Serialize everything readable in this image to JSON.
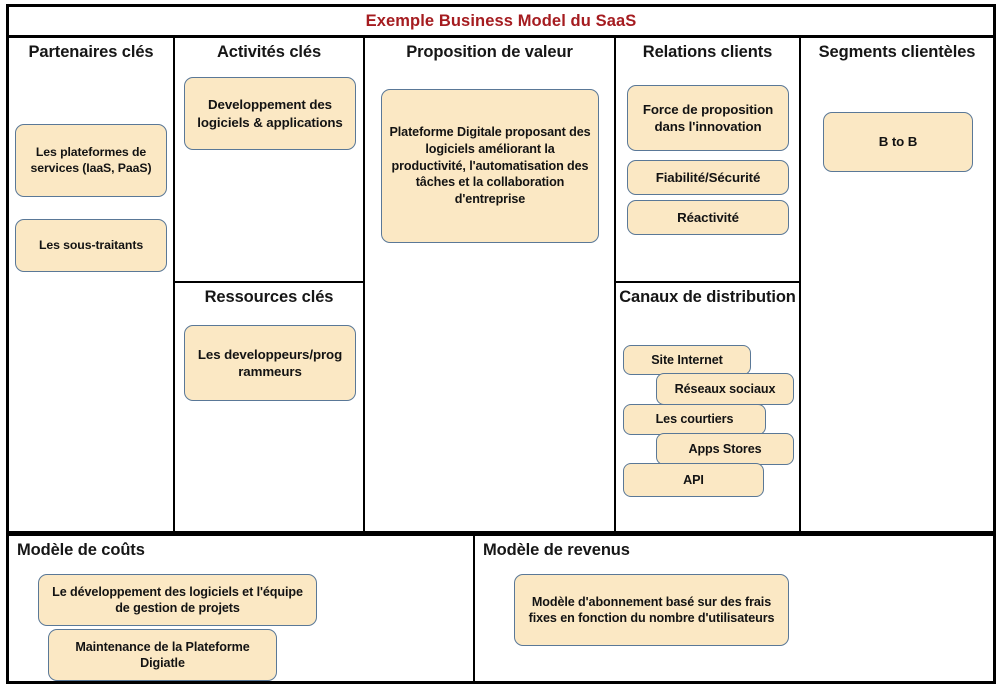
{
  "title": "Exemple Business Model du SaaS",
  "colors": {
    "title_red": "#A51C20",
    "note_fill": "#FBE8C4",
    "note_border": "#5A7897",
    "frame_black": "#000000"
  },
  "columns": {
    "key_partners": {
      "heading": "Partenaires clés",
      "notes": [
        {
          "text": "Les plateformes de services (IaaS, PaaS)"
        },
        {
          "text": "Les sous-traitants"
        }
      ]
    },
    "key_activities": {
      "heading": "Activités clés",
      "notes": [
        {
          "text": "Developpement des logiciels & applications"
        }
      ]
    },
    "key_resources": {
      "heading": "Ressources clés",
      "notes": [
        {
          "text": "Les developpeurs/prog rammeurs"
        }
      ]
    },
    "value_proposition": {
      "heading": "Proposition de valeur",
      "notes": [
        {
          "text": "Plateforme Digitale proposant des logiciels améliorant la productivité, l'automatisation des tâches et la collaboration d'entreprise"
        }
      ]
    },
    "customer_relationships": {
      "heading": "Relations clients",
      "notes": [
        {
          "text": "Force de proposition dans l'innovation"
        },
        {
          "text": "Fiabilité/Sécurité"
        },
        {
          "text": "Réactivité"
        }
      ]
    },
    "channels": {
      "heading": "Canaux de distribution",
      "notes": [
        {
          "text": "Site Internet"
        },
        {
          "text": "Réseaux sociaux"
        },
        {
          "text": "Les courtiers"
        },
        {
          "text": "Apps Stores"
        },
        {
          "text": "API"
        }
      ]
    },
    "customer_segments": {
      "heading": "Segments clientèles",
      "notes": [
        {
          "text": "B to B"
        }
      ]
    },
    "cost_structure": {
      "heading": "Modèle de coûts",
      "notes": [
        {
          "text": "Le développement des logiciels et l'équipe de gestion de projets"
        },
        {
          "text": "Maintenance de la Plateforme Digiatle"
        }
      ]
    },
    "revenue_streams": {
      "heading": "Modèle de revenus",
      "notes": [
        {
          "text": "Modèle d'abonnement basé sur des frais fixes en fonction du nombre d'utilisateurs"
        }
      ]
    }
  }
}
